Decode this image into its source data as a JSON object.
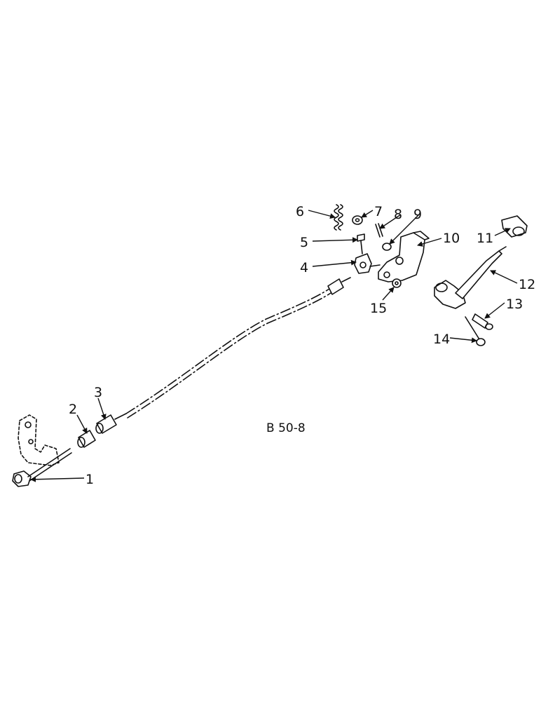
{
  "diagram": {
    "caption": "B 50-8",
    "callouts": [
      "1",
      "2",
      "3",
      "4",
      "5",
      "6",
      "7",
      "8",
      "9",
      "10",
      "11",
      "12",
      "13",
      "14",
      "15"
    ]
  }
}
